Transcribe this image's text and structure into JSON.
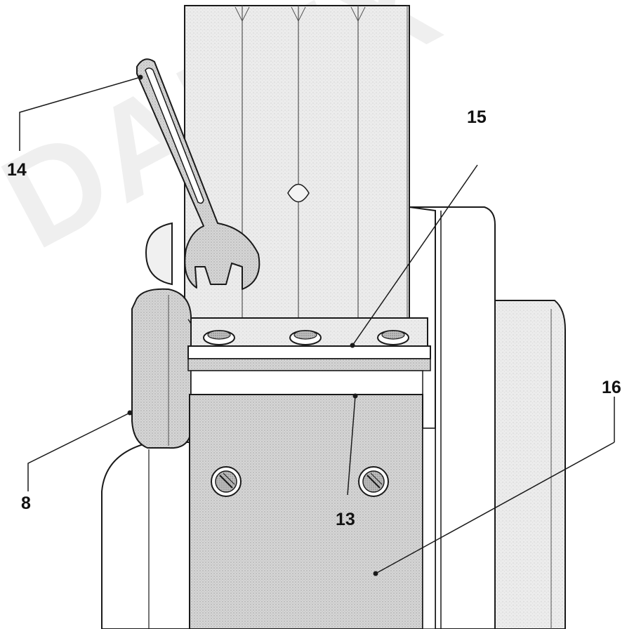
{
  "watermark": {
    "text": "DALEX"
  },
  "callouts": [
    {
      "id": "14",
      "label": "14"
    },
    {
      "id": "15",
      "label": "15"
    },
    {
      "id": "16",
      "label": "16"
    },
    {
      "id": "8",
      "label": "8"
    },
    {
      "id": "13",
      "label": "13"
    }
  ],
  "colors": {
    "line": "#1a1a1a",
    "shade_light": "#e4e4e4",
    "shade_mid": "#c9c9c9",
    "shade_dark": "#9a9a9a",
    "background": "#ffffff"
  }
}
